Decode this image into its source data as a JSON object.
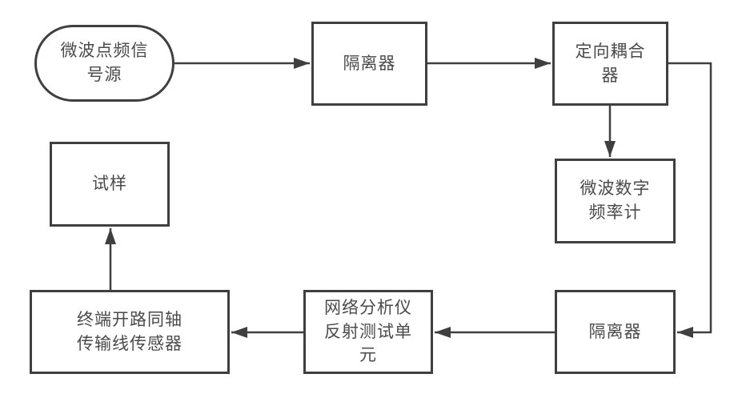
{
  "diagram": {
    "type": "flowchart",
    "description_note": "",
    "line_color": "#3f3f3f",
    "text_color": "#4a4a4a",
    "background_color": "#ffffff",
    "nodes": [
      {
        "id": "signal-source",
        "shape": "stadium",
        "label": "微波点频信\n号源"
      },
      {
        "id": "isolator-1",
        "shape": "rect",
        "label": "隔离器"
      },
      {
        "id": "directional-coupler",
        "shape": "rect",
        "label": "定向耦合\n器"
      },
      {
        "id": "frequency-counter",
        "shape": "rect",
        "label": "微波数字\n频率计"
      },
      {
        "id": "isolator-2",
        "shape": "rect",
        "label": "隔离器"
      },
      {
        "id": "network-analyzer",
        "shape": "rect",
        "label": "网络分析仪\n反射测试单\n元"
      },
      {
        "id": "coax-sensor",
        "shape": "rect",
        "label": "终端开路同轴\n传输线传感器"
      },
      {
        "id": "sample",
        "shape": "rect",
        "label": "试样"
      }
    ],
    "edges": [
      {
        "from": "signal-source",
        "to": "isolator-1",
        "style": "arrow"
      },
      {
        "from": "isolator-1",
        "to": "directional-coupler",
        "style": "arrow"
      },
      {
        "from": "directional-coupler",
        "to": "frequency-counter",
        "style": "arrow"
      },
      {
        "from": "directional-coupler",
        "to": "isolator-2",
        "style": "arrow-elbow"
      },
      {
        "from": "isolator-2",
        "to": "network-analyzer",
        "style": "arrow"
      },
      {
        "from": "network-analyzer",
        "to": "coax-sensor",
        "style": "arrow"
      },
      {
        "from": "coax-sensor",
        "to": "sample",
        "style": "arrow"
      }
    ]
  }
}
